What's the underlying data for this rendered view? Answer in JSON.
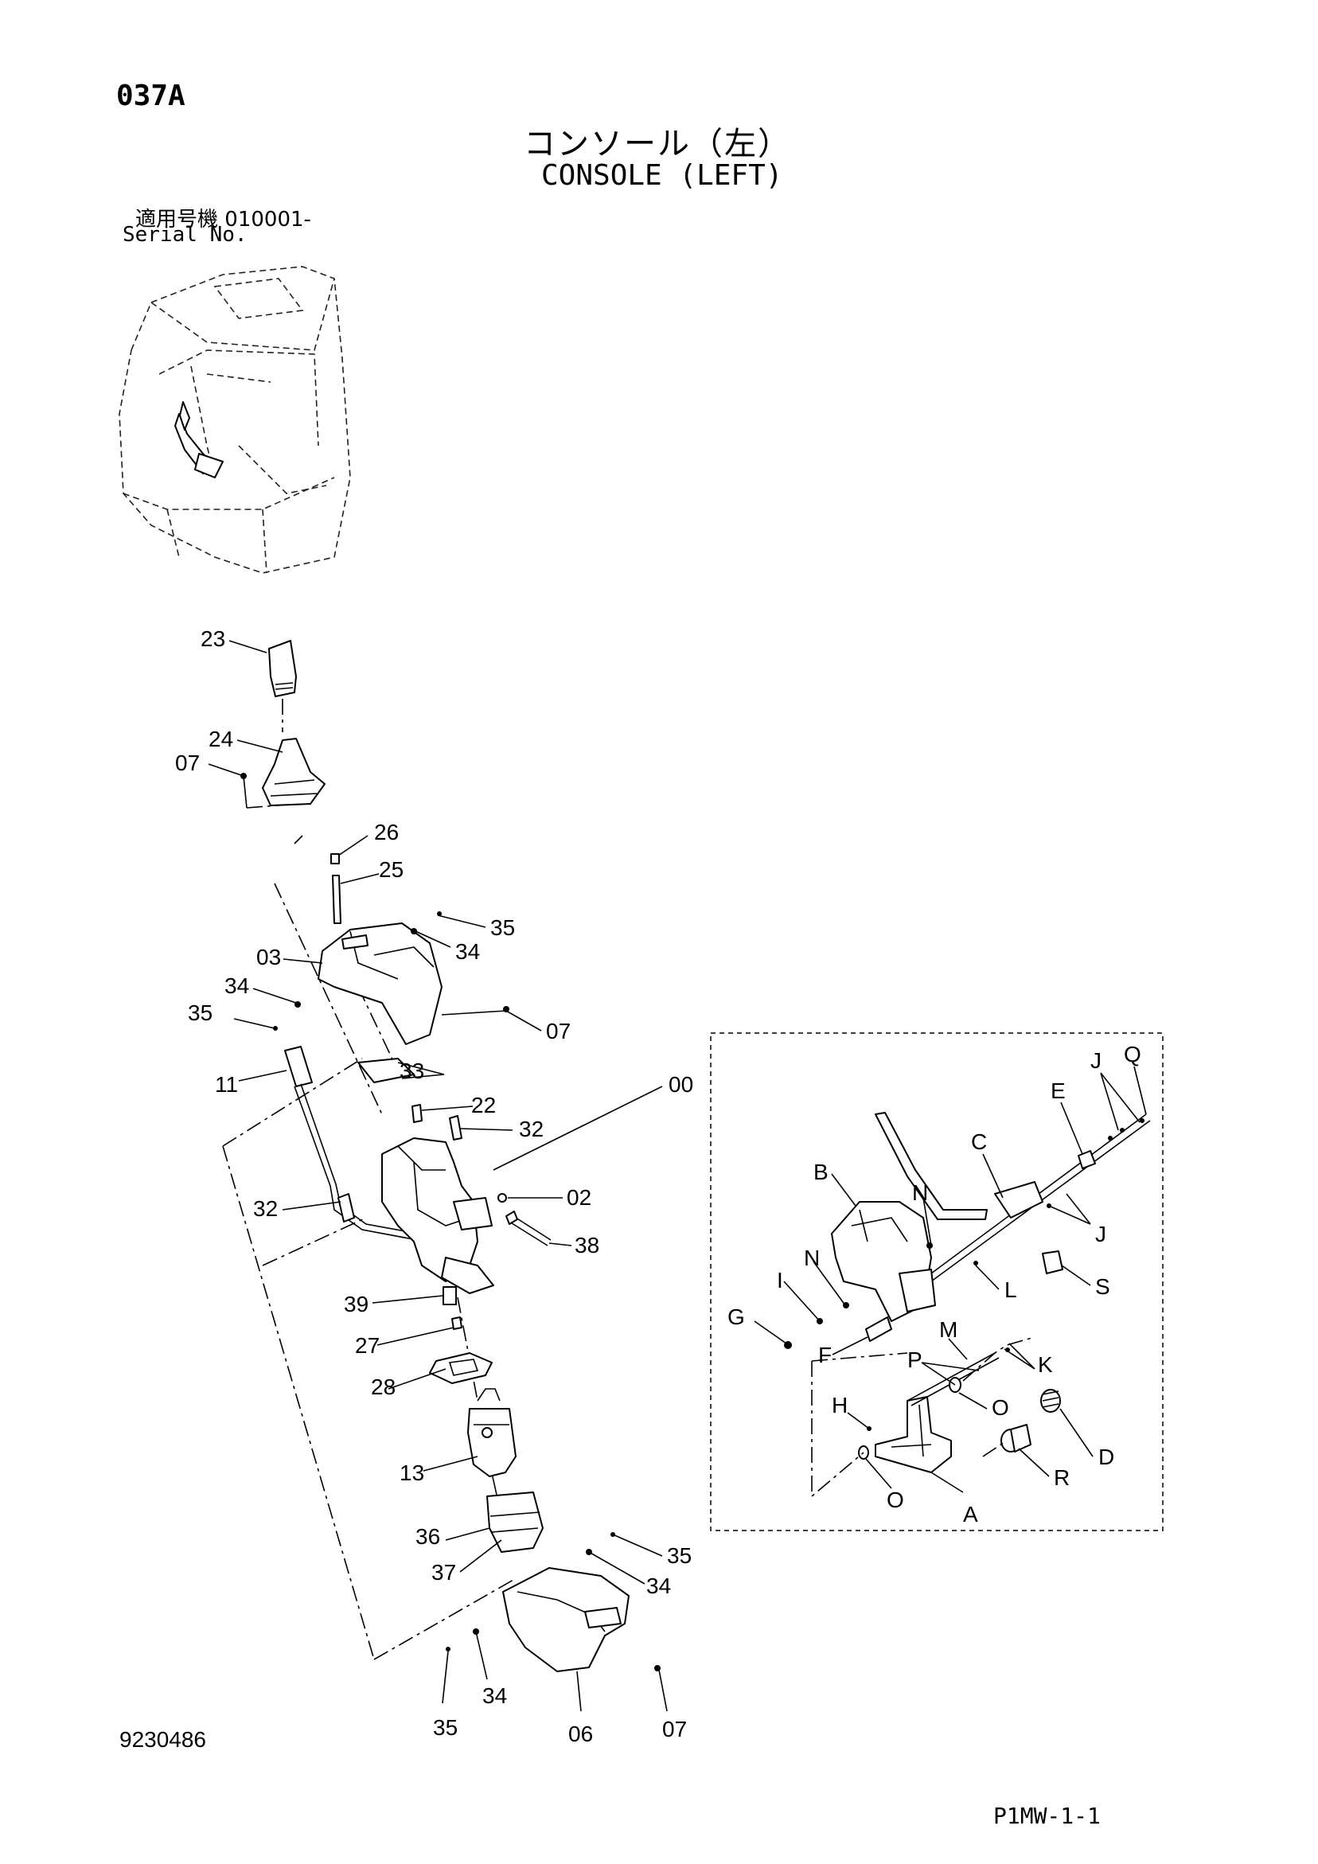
{
  "header": {
    "page_code": "037A",
    "title_jp": "コンソール（左）",
    "title_en": "CONSOLE (LEFT)",
    "serial_label_jp": "適用号機",
    "serial_value": "010001-",
    "serial_label_en": "Serial No."
  },
  "footer": {
    "doc_number": "9230486",
    "page_ref": "P1MW-1-1"
  },
  "callouts_main": [
    "23",
    "24",
    "07",
    "26",
    "25",
    "35",
    "34",
    "03",
    "34",
    "35",
    "07",
    "33",
    "11",
    "00",
    "22",
    "32",
    "02",
    "32",
    "38",
    "39",
    "27",
    "28",
    "13",
    "36",
    "37",
    "35",
    "34",
    "34",
    "35",
    "06",
    "07"
  ],
  "callouts_detail": [
    "Q",
    "J",
    "E",
    "C",
    "B",
    "N",
    "J",
    "N",
    "L",
    "S",
    "I",
    "G",
    "F",
    "M",
    "P",
    "K",
    "H",
    "O",
    "D",
    "R",
    "O",
    "A"
  ]
}
